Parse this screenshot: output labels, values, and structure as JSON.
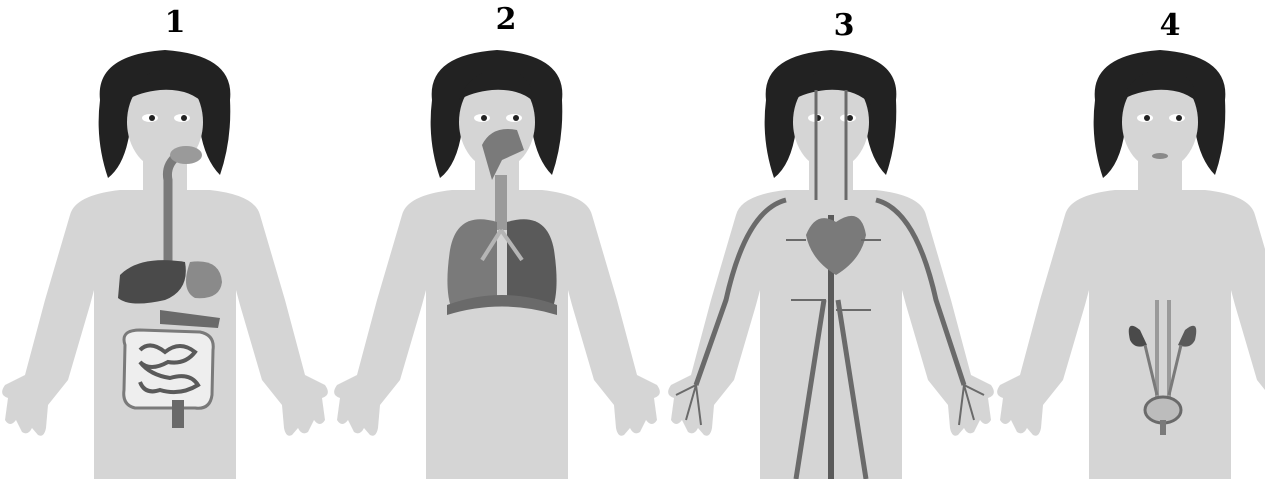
{
  "panels": [
    {
      "number": "1",
      "system": "digestive"
    },
    {
      "number": "2",
      "system": "respiratory"
    },
    {
      "number": "3",
      "system": "circulatory"
    },
    {
      "number": "4",
      "system": "urinary"
    }
  ],
  "colors": {
    "background": "#ffffff",
    "body": "#d5d5d5",
    "hair": "#222222",
    "organ_dark": "#5a5a5a",
    "organ_mid": "#8a8a8a",
    "organ_light": "#b5b5b5",
    "vessel": "#6a6a6a"
  }
}
